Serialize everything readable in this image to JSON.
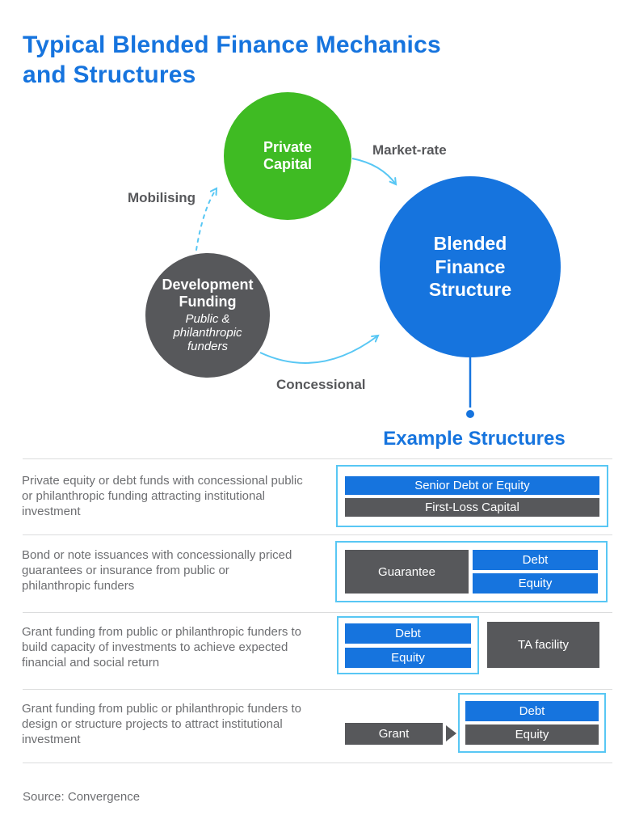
{
  "title": "Typical Blended Finance Mechanics\nand Structures",
  "colors": {
    "blue": "#1674DE",
    "green": "#3FBB23",
    "dark_gray": "#57585B",
    "cyan": "#58C7F4",
    "text_gray": "#6D6E71"
  },
  "diagram": {
    "private_capital_label": "Private\nCapital",
    "blended_label": "Blended\nFinance\nStructure",
    "development_funding_label": "Development\nFunding",
    "development_funding_sublabel": "Public &\nphilanthropic\nfunders",
    "market_rate_label": "Market-rate",
    "mobilising_label": "Mobilising",
    "concessional_label": "Concessional"
  },
  "examples": {
    "heading": "Example Structures",
    "rows": [
      {
        "description": "Private equity or debt funds with concessional public\nor philanthropic funding attracting institutional\ninvestment",
        "bars": [
          {
            "label": "Senior Debt or Equity",
            "color": "blue"
          },
          {
            "label": "First-Loss Capital",
            "color": "dark_gray"
          }
        ]
      },
      {
        "description": "Bond or note issuances with concessionally priced\nguarantees or insurance from public or\nphilanthropic funders",
        "bars": [
          {
            "label": "Guarantee",
            "color": "dark_gray"
          },
          {
            "label": "Debt",
            "color": "blue"
          },
          {
            "label": "Equity",
            "color": "blue"
          }
        ]
      },
      {
        "description": "Grant funding from public or philanthropic funders to\nbuild capacity of investments to achieve expected\nfinancial and social return",
        "bars": [
          {
            "label": "Debt",
            "color": "blue"
          },
          {
            "label": "Equity",
            "color": "blue"
          },
          {
            "label": "TA facility",
            "color": "dark_gray"
          }
        ]
      },
      {
        "description": "Grant funding from public or philanthropic funders to\ndesign or structure projects to attract institutional\ninvestment",
        "bars": [
          {
            "label": "Grant",
            "color": "dark_gray"
          },
          {
            "label": "Debt",
            "color": "blue"
          },
          {
            "label": "Equity",
            "color": "dark_gray"
          }
        ]
      }
    ]
  },
  "source": "Source: Convergence"
}
